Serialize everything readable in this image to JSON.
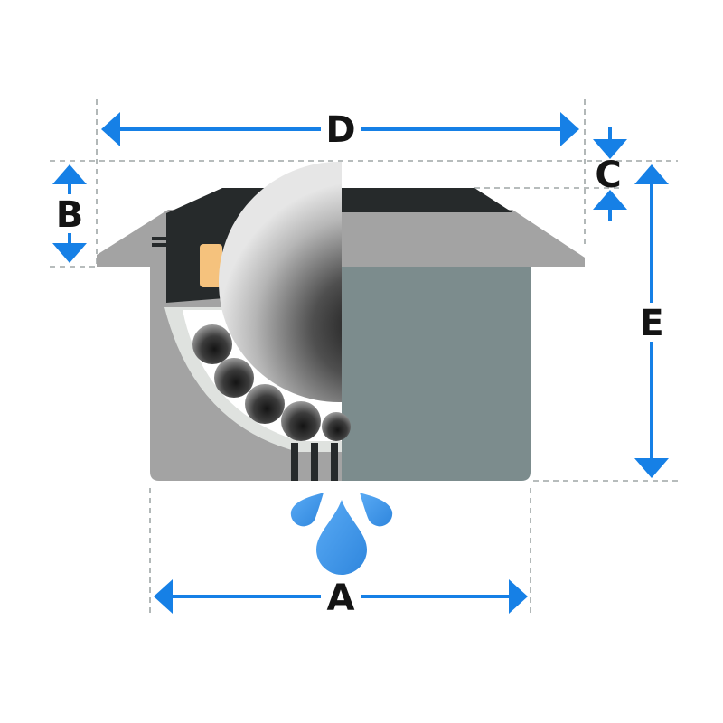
{
  "dimensions": {
    "A": "A",
    "B": "B",
    "C": "C",
    "D": "D",
    "E": "E"
  },
  "colors": {
    "dimension_blue": "#1680e6",
    "guide_gray": "#9fa6a6",
    "housing_gray": "#a3a3a3",
    "housing_section": "#7c8c8d",
    "seal_dark": "#262a2b",
    "race_light": "#dfe2df",
    "felt_tan": "#f5c27d",
    "drop_blue": "#4d9fee"
  },
  "icons": {
    "main_ball": "steel-ball",
    "support_balls": "bearing-balls",
    "drops": "water-drops"
  }
}
